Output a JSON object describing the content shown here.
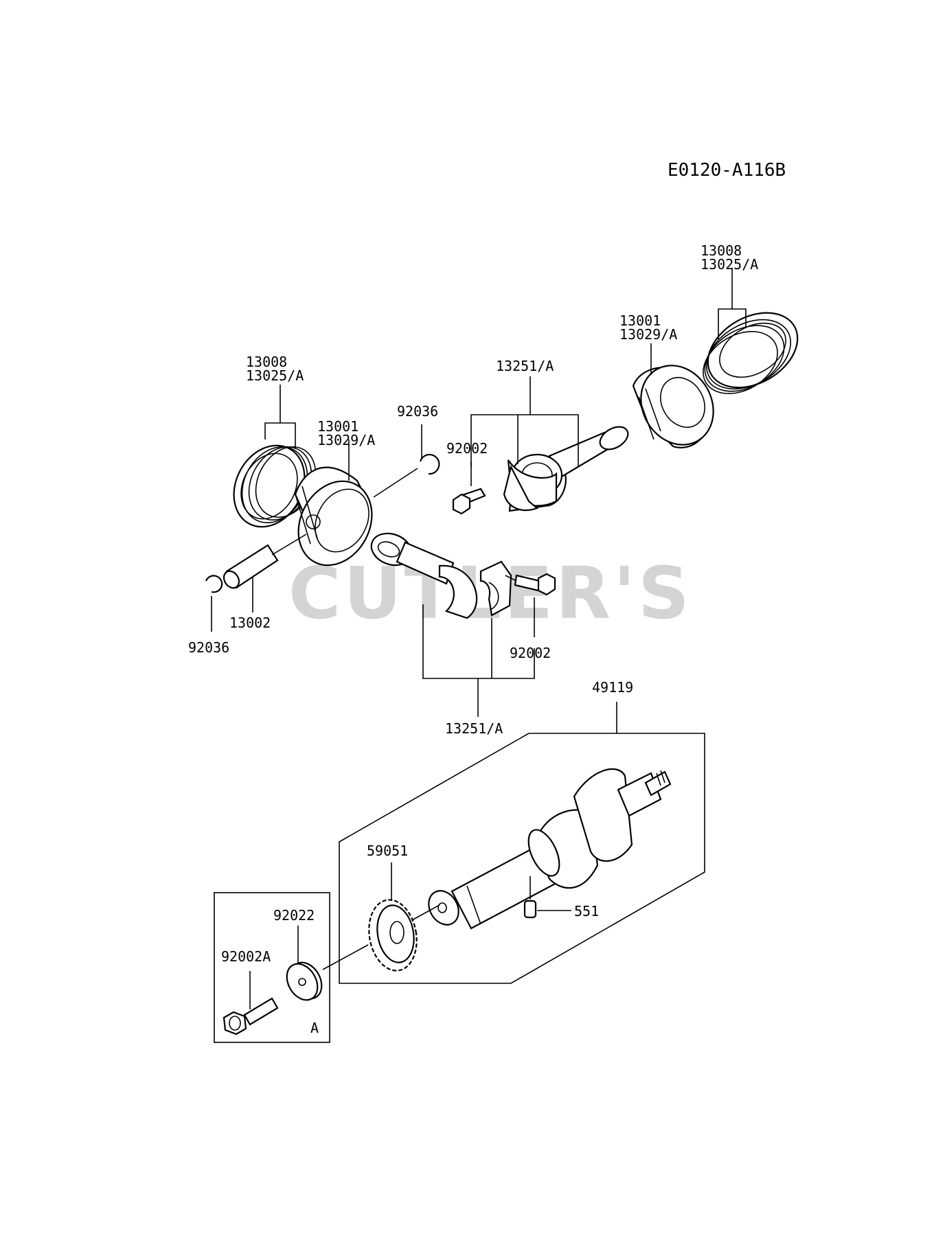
{
  "diagram_code": "E0120-A116B",
  "watermark": "CUTLER'S",
  "labels": {
    "rings_left_a": "13008",
    "rings_left_b": "13025/A",
    "piston_left_a": "13001",
    "piston_left_b": "13029/A",
    "clip_upper": "92036",
    "conrod_upper": "13251/A",
    "bolt_upper": "92002",
    "piston_right_a": "13001",
    "piston_right_b": "13029/A",
    "rings_right_a": "13008",
    "rings_right_b": "13025/A",
    "clip_lower": "92036",
    "pin": "13002",
    "bolt_lower": "92002",
    "conrod_lower": "13251/A",
    "crankshaft": "49119",
    "gear": "59051",
    "key": "551",
    "washer": "92022",
    "bolt_a": "92002A",
    "box_a": "A"
  }
}
